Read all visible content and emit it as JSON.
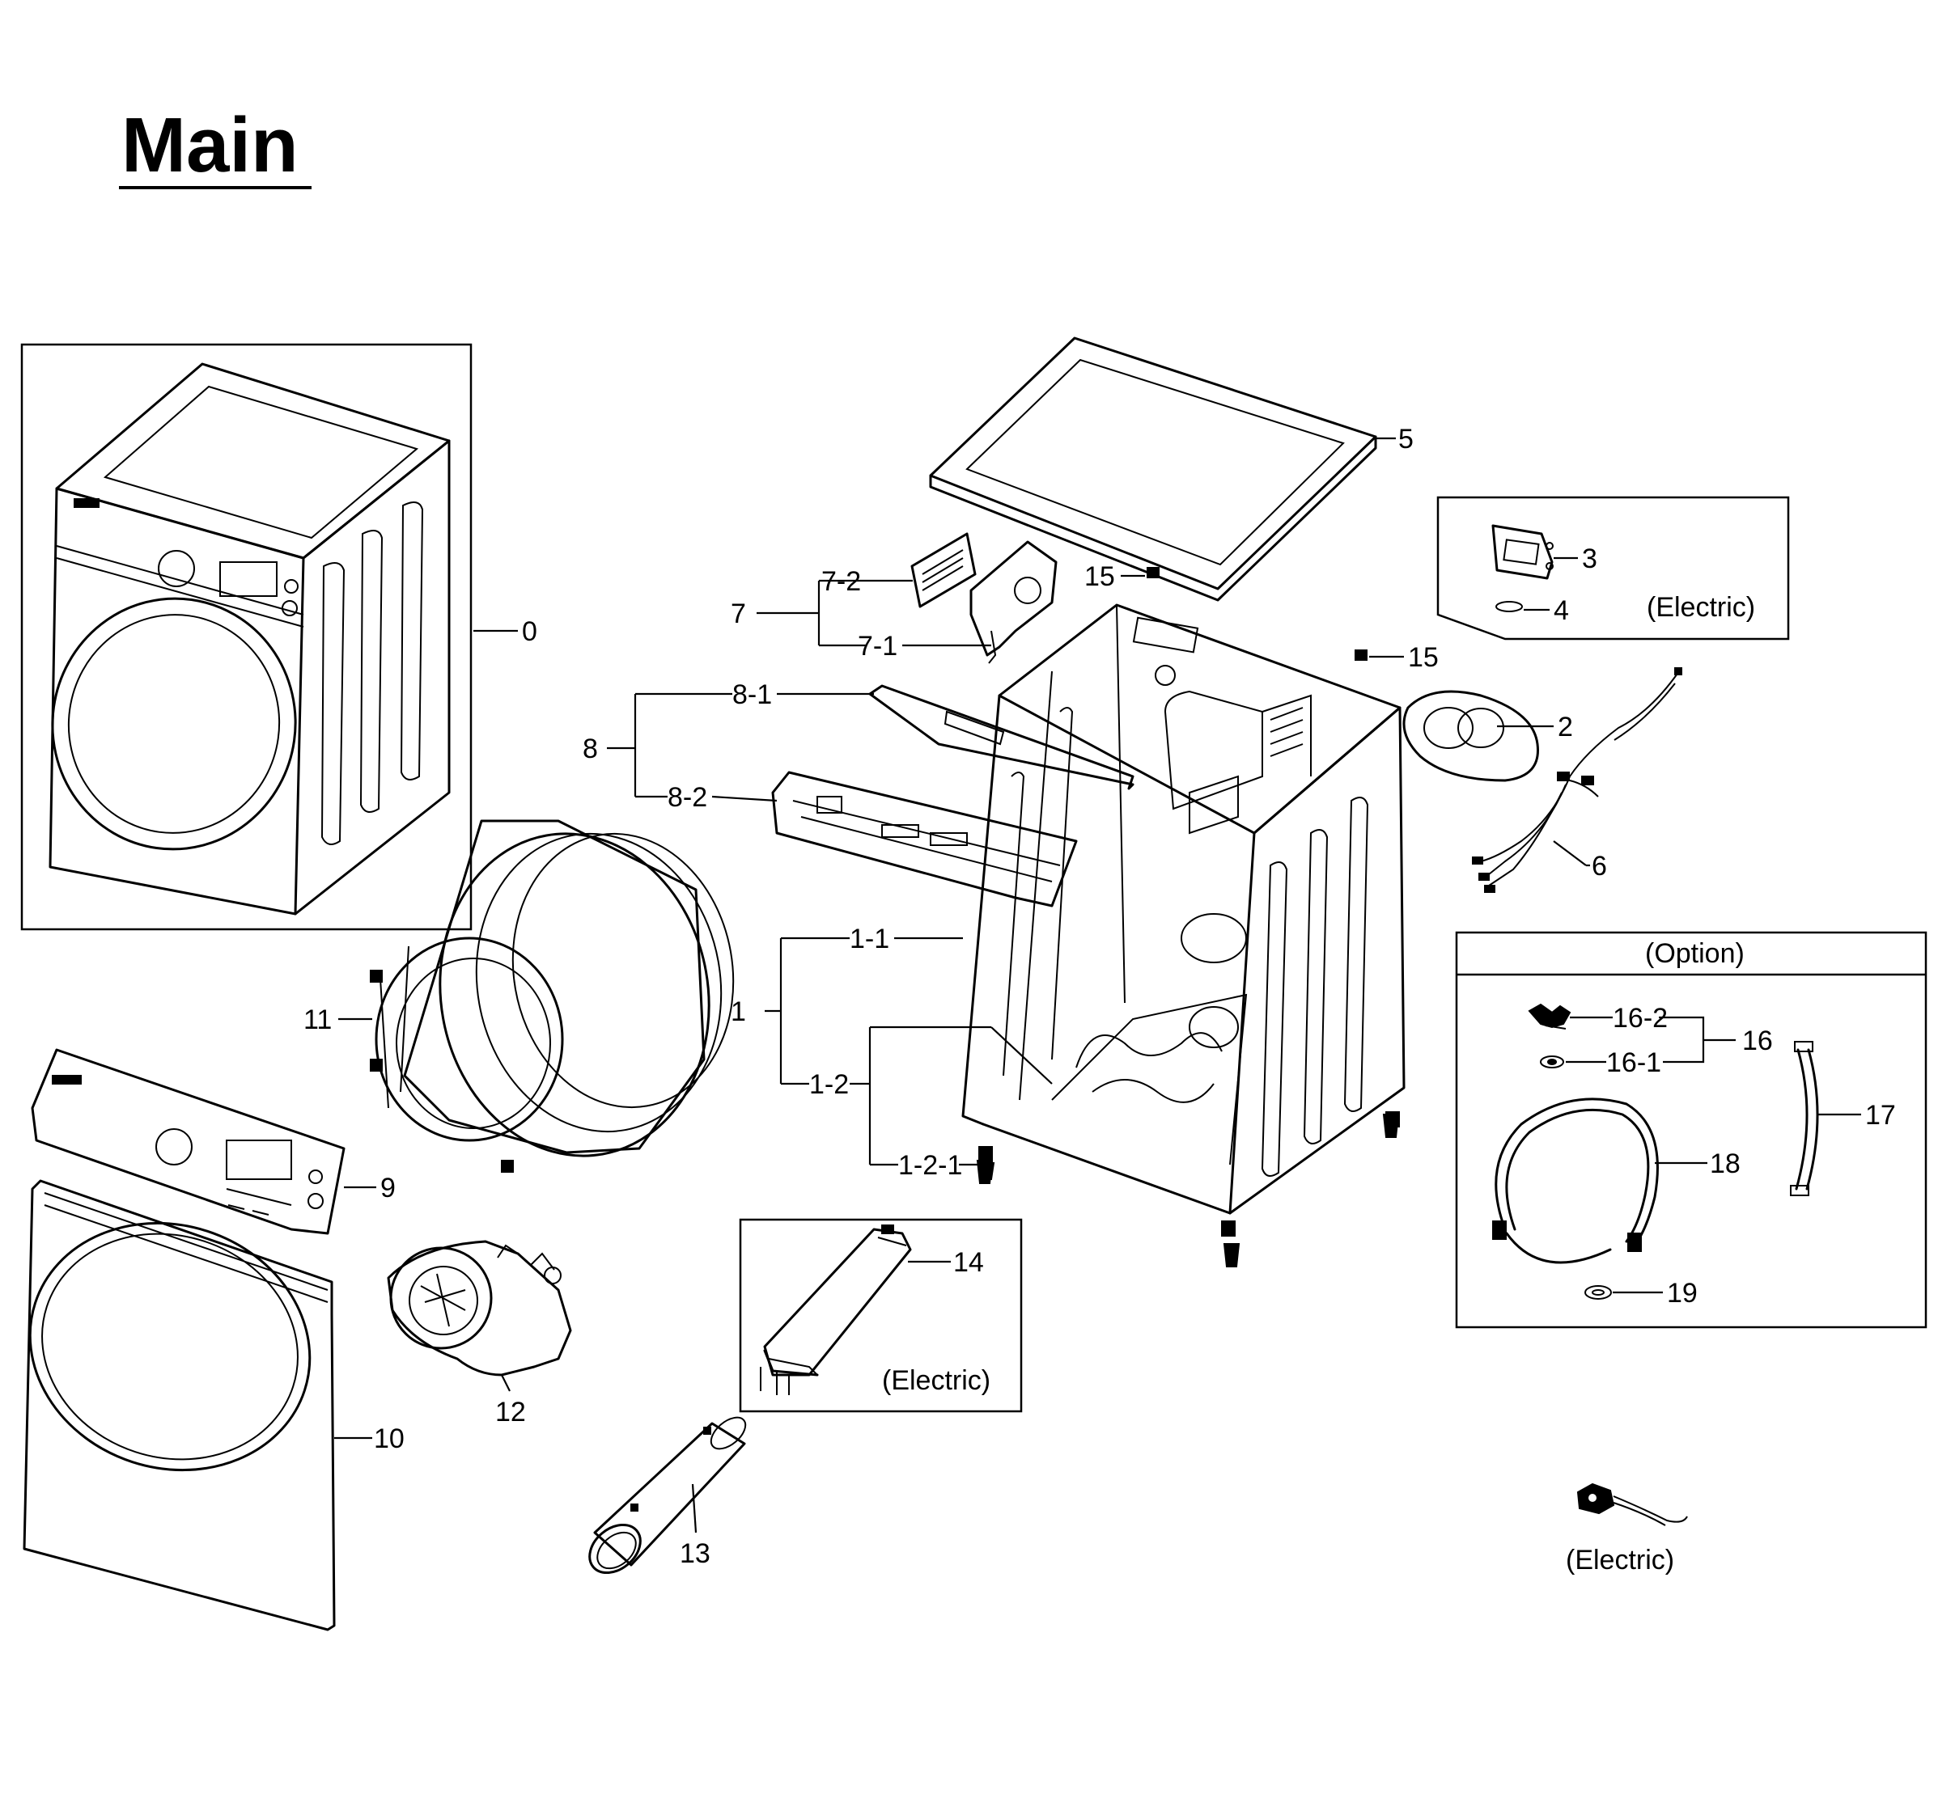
{
  "title": "Main",
  "labels": {
    "p0": "0",
    "p1": "1",
    "p1_1": "1-1",
    "p1_2": "1-2",
    "p1_2_1": "1-2-1",
    "p2": "2",
    "p3": "3",
    "p4": "4",
    "p5": "5",
    "p6": "6",
    "p7": "7",
    "p7_1": "7-1",
    "p7_2": "7-2",
    "p8": "8",
    "p8_1": "8-1",
    "p8_2": "8-2",
    "p9": "9",
    "p10": "10",
    "p11": "11",
    "p12": "12",
    "p13": "13",
    "p14": "14",
    "p15a": "15",
    "p15b": "15",
    "p16": "16",
    "p16_1": "16-1",
    "p16_2": "16-2",
    "p17": "17",
    "p18": "18",
    "p19": "19"
  },
  "notes": {
    "electric_top": "(Electric)",
    "electric_heater": "(Electric)",
    "electric_cord": "(Electric)",
    "option": "(Option)"
  }
}
